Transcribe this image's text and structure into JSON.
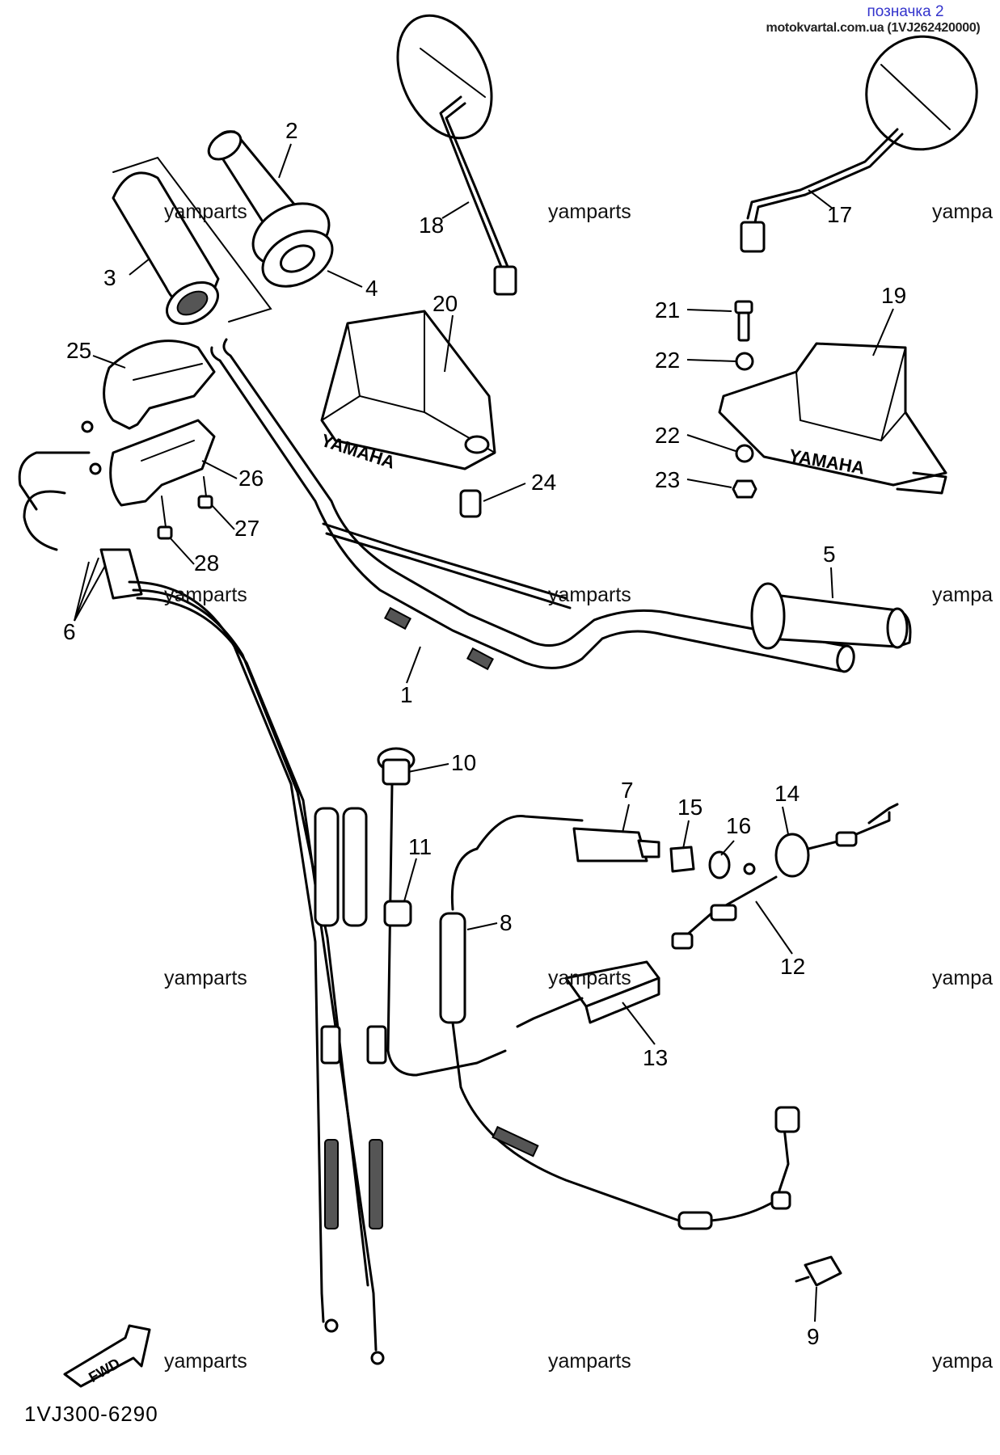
{
  "header": {
    "tag": "позначка 2",
    "source": "motokvartal.com.ua (1VJ262420000)"
  },
  "watermark": "yamparts",
  "watermark_right": "yampa",
  "diagram_code": "1VJ300-6290",
  "fwd_label": "FWD",
  "brand_left": "YAMAHA",
  "brand_right": "YAMAHA",
  "callouts": {
    "c1": "1",
    "c2": "2",
    "c3": "3",
    "c4": "4",
    "c5": "5",
    "c6": "6",
    "c7": "7",
    "c8": "8",
    "c9": "9",
    "c10": "10",
    "c11": "11",
    "c12": "12",
    "c13": "13",
    "c14": "14",
    "c15": "15",
    "c16": "16",
    "c17": "17",
    "c18": "18",
    "c19": "19",
    "c20": "20",
    "c21": "21",
    "c22a": "22",
    "c22b": "22",
    "c23": "23",
    "c24": "24",
    "c25": "25",
    "c26": "26",
    "c27": "27",
    "c28": "28"
  }
}
